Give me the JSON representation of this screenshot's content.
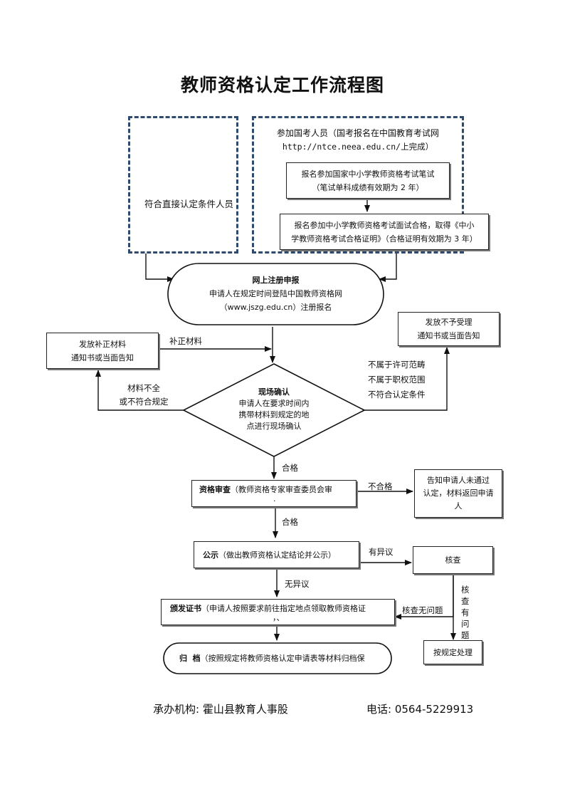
{
  "title": "教师资格认定工作流程图",
  "left_group": {
    "label": "符合直接认定条件人员"
  },
  "right_group": {
    "heading_line1": "参加国考人员（国考报名在中国教育考试网",
    "heading_line2": "http://ntce.neea.edu.cn/上完成）",
    "step1_line1": "报名参加国家中小学教师资格考试笔试",
    "step1_line2": "（笔试单科成绩有效期为 2 年）",
    "step2_line1": "报名参加中小学教师资格考试面试合格，取得《中小",
    "step2_line2": "学教师资格考试合格证明》（合格证明有效期为 3 年）"
  },
  "register": {
    "title": "网上注册申报",
    "line1": "申请人在规定时间登陆中国教师资格网",
    "line2": "（www.jszg.edu.cn）注册报名"
  },
  "supplement_box": {
    "line1": "发放补正材料",
    "line2": "通知书或当面告知"
  },
  "reject_box": {
    "line1": "发放不予受理",
    "line2": "通知书或当面告知"
  },
  "onsite": {
    "title": "现场确认",
    "line1": "申请人在要求时间内",
    "line2": "携带材料到规定的地",
    "line3": "点进行现场确认"
  },
  "labels": {
    "supplement": "补正材料",
    "incomplete_1": "材料不全",
    "incomplete_2": "或不符合规定",
    "reject_1": "不属于许可范畴",
    "reject_2": "不属于职权范围",
    "reject_3": "不符合认定条件",
    "pass_1": "合格",
    "pass_2": "合格",
    "fail": "不合格",
    "objection": "有异议",
    "no_objection": "无异议",
    "verify_ok": "核查无问题",
    "verify_problem": "核查有问题"
  },
  "review": {
    "title": "资格审查",
    "text": "（教师资格专家审查委员会审",
    "tail": "."
  },
  "notify_fail": {
    "line1": "告知申请人未通过",
    "line2": "认定，材料返回申请",
    "line3": "人"
  },
  "publicity": {
    "title": "公示",
    "text": "（做出教师资格认定结论并公示）"
  },
  "verify": {
    "label": "核查"
  },
  "issue": {
    "title": "颁发证书",
    "text": "（申请人按照要求前往指定地点领取教师资格证",
    "tail": "，、"
  },
  "handle": {
    "label": "按规定处理"
  },
  "archive": {
    "title": "归  档",
    "text": "（按照规定将教师资格认定申请表等材料归档保"
  },
  "footer": {
    "org": "承办机构: 霍山县教育人事股",
    "phone": "电话: 0564-5229913"
  }
}
